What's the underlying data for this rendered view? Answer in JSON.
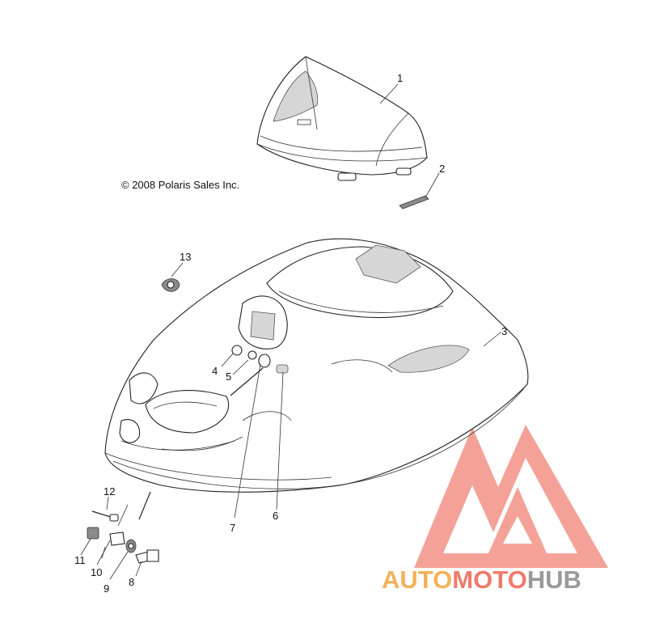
{
  "copyright": "© 2008 Polaris Sales Inc.",
  "callouts": [
    "1",
    "2",
    "3",
    "4",
    "5",
    "6",
    "7",
    "8",
    "9",
    "10",
    "11",
    "12",
    "13"
  ],
  "watermark": {
    "part1": "AUTO",
    "part2": "MOTO",
    "part3": "HUB",
    "colors": {
      "auto": "#f2b25a",
      "moto": "#ee7b6c",
      "hub": "#9a9a9a",
      "logo": "#f28b7f"
    }
  },
  "icons": [
    "automotohub-logo-icon"
  ]
}
